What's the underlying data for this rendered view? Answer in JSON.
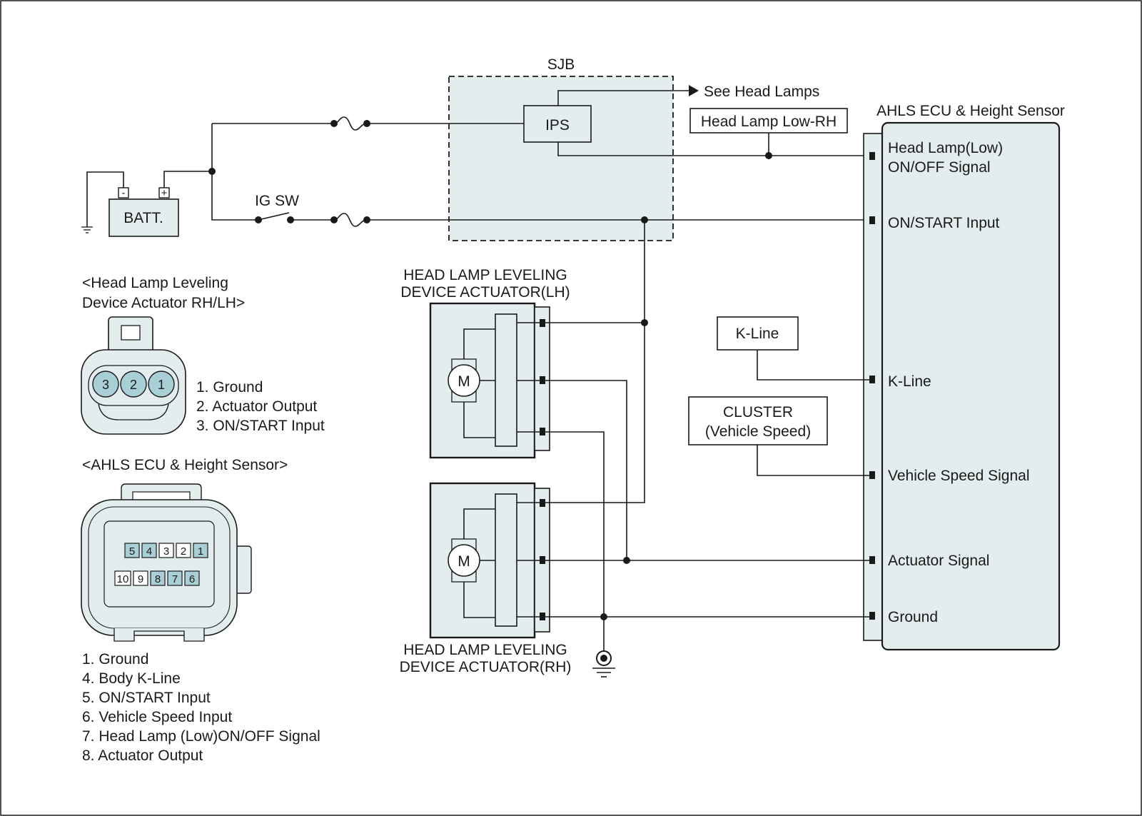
{
  "colors": {
    "component_fill": "#e4edee",
    "pin_fill": "#a9cfd6",
    "line": "#1a1a1a"
  },
  "sjb": {
    "label": "SJB",
    "ips_label": "IPS"
  },
  "battery": {
    "label": "BATT.",
    "neg": "-",
    "pos": "+"
  },
  "ig_sw": {
    "label": "IG SW"
  },
  "see_head_lamps": "See Head Lamps",
  "head_lamp_low_rh": "Head Lamp Low-RH",
  "ecu": {
    "title": "AHLS ECU & Height Sensor",
    "pins": {
      "head_lamp_line1": "Head Lamp(Low)",
      "head_lamp_line2": "ON/OFF Signal",
      "on_start": "ON/START Input",
      "k_line": "K-Line",
      "vehicle_speed": "Vehicle Speed Signal",
      "actuator_signal": "Actuator Signal",
      "ground": "Ground"
    }
  },
  "k_line_box": "K-Line",
  "cluster": {
    "line1": "CLUSTER",
    "line2": "(Vehicle Speed)"
  },
  "actuator_lh": {
    "line1": "HEAD LAMP LEVELING",
    "line2": "DEVICE ACTUATOR(LH)",
    "motor": "M"
  },
  "actuator_rh": {
    "line1": "HEAD LAMP LEVELING",
    "line2": "DEVICE ACTUATOR(RH)",
    "motor": "M"
  },
  "connector_actuator": {
    "title_line1": "<Head Lamp Leveling",
    "title_line2": "Device Actuator RH/LH>",
    "pins": [
      "3",
      "2",
      "1"
    ],
    "legend": [
      "1. Ground",
      "2. Actuator Output",
      "3. ON/START Input"
    ]
  },
  "connector_ecu": {
    "title": "<AHLS ECU & Height Sensor>",
    "row1": [
      "5",
      "4",
      "3",
      "2",
      "1"
    ],
    "row2": [
      "10",
      "9",
      "8",
      "7",
      "6"
    ],
    "legend": [
      "1. Ground",
      "4. Body K-Line",
      "5. ON/START Input",
      "6. Vehicle Speed Input",
      "7. Head Lamp (Low)ON/OFF Signal",
      "8. Actuator Output"
    ]
  }
}
